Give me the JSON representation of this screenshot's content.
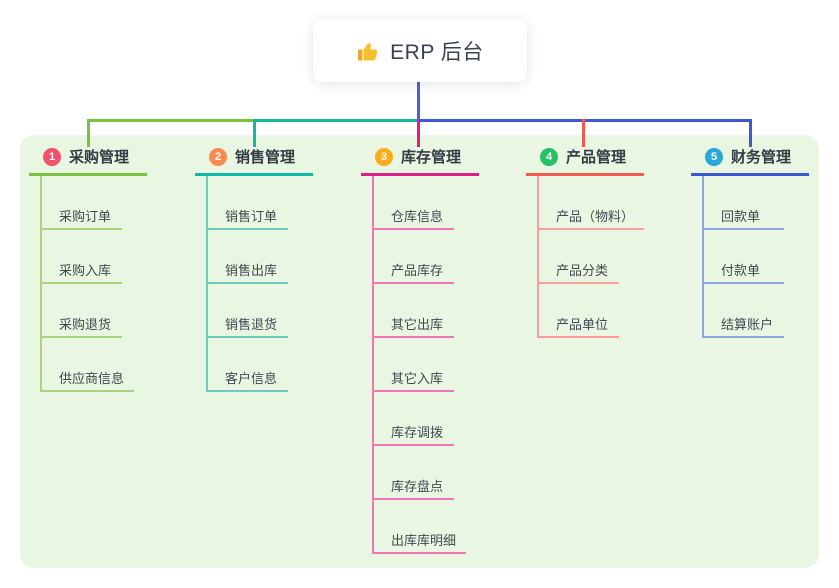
{
  "root": {
    "title": "ERP 后台",
    "icon": "thumbs-up-icon"
  },
  "branches": [
    {
      "number": "1",
      "label": "采购管理",
      "badge_color": "#f4516c",
      "line_color": "#7cc241",
      "sub_line_color": "#a8d47f",
      "items": [
        "采购订单",
        "采购入库",
        "采购退货",
        "供应商信息"
      ]
    },
    {
      "number": "2",
      "label": "销售管理",
      "badge_color": "#ff8a50",
      "line_color": "#10b8a8",
      "sub_line_color": "#6fccc3",
      "items": [
        "销售订单",
        "销售出库",
        "销售退货",
        "客户信息"
      ]
    },
    {
      "number": "3",
      "label": "库存管理",
      "badge_color": "#feac17",
      "line_color": "#df1e8a",
      "sub_line_color": "#f075b6",
      "items": [
        "仓库信息",
        "产品库存",
        "其它出库",
        "其它入库",
        "库存调拨",
        "库存盘点",
        "出库库明细"
      ]
    },
    {
      "number": "4",
      "label": "产品管理",
      "badge_color": "#26c165",
      "line_color": "#f25a50",
      "sub_line_color": "#f79f9b",
      "items": [
        "产品（物料）",
        "产品分类",
        "产品单位"
      ]
    },
    {
      "number": "5",
      "label": "财务管理",
      "badge_color": "#27a7da",
      "line_color": "#3e58d3",
      "sub_line_color": "#8fa5e2",
      "items": [
        "回款单",
        "付款单",
        "结算账户"
      ]
    }
  ],
  "colors": {
    "panel_bg": "#e9f6e2",
    "trunk_blue": "#4a5fd7",
    "thumb_yellow": "#f5c02c",
    "thumb_cuff": "#eaa927"
  }
}
